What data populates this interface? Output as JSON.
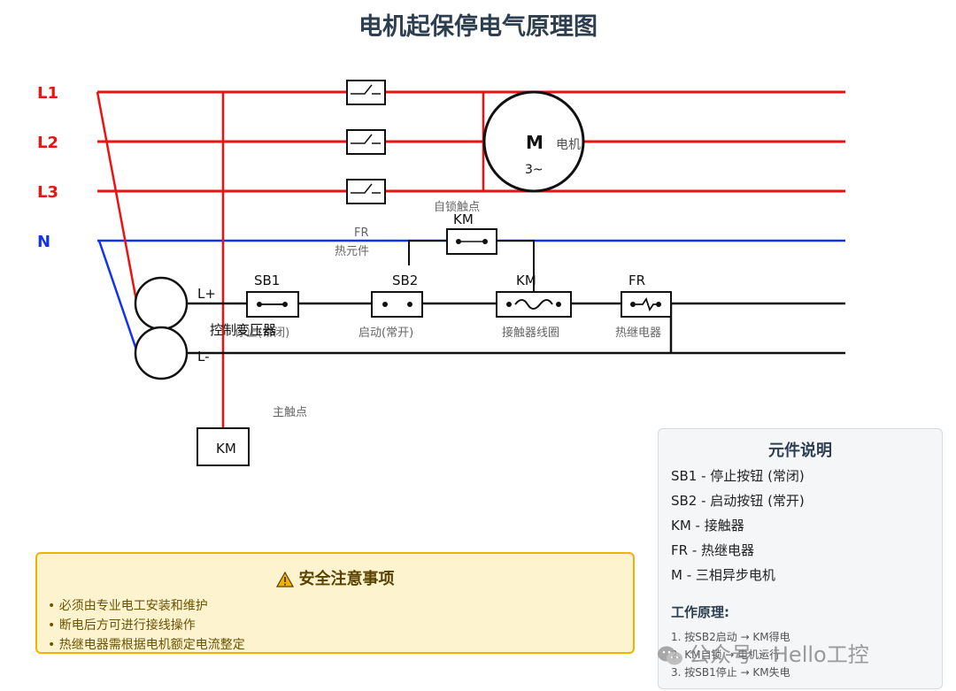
{
  "title": "电机起保停电气原理图",
  "lines": {
    "L1": "L1",
    "L2": "L2",
    "L3": "L3",
    "N": "N"
  },
  "fuse_labels": {
    "name": "FR",
    "desc": "热元件"
  },
  "motor": {
    "symbol": "M",
    "phase": "3~",
    "label": "电机"
  },
  "self_lock": {
    "desc": "自锁触点",
    "name": "KM"
  },
  "control": {
    "l_plus": "L+",
    "l_minus": "L-",
    "transformer_label": "控制变压器",
    "sb1": {
      "name": "SB1",
      "desc": "停止(常闭)"
    },
    "sb2": {
      "name": "SB2",
      "desc": "启动(常开)"
    },
    "coil": {
      "name": "KM",
      "desc": "接触器线圈"
    },
    "fr": {
      "name": "FR",
      "desc": "热继电器"
    }
  },
  "main_contact": {
    "desc": "主触点",
    "name": "KM"
  },
  "legend": {
    "title": "元件说明",
    "items": [
      "SB1 - 停止按钮 (常闭)",
      "SB2 - 启动按钮 (常开)",
      "KM - 接触器",
      "FR - 热继电器",
      "M - 三相异步电机"
    ],
    "principle_title": "工作原理:",
    "steps": [
      "1. 按SB2启动 → KM得电",
      "2. KM自锁 → 电机运行",
      "3. 按SB1停止 → KM失电"
    ]
  },
  "safety": {
    "title": "安全注意事项",
    "items": [
      "• 必须由专业电工安装和维护",
      "• 断电后方可进行接线操作",
      "• 热继电器需根据电机额定电流整定"
    ]
  },
  "watermark": "公众号 · Hello工控",
  "colors": {
    "phase": "#ee1111",
    "neutral": "#1133ee",
    "control": "#111111",
    "title": "#2c3e50",
    "warning": "#f0b400"
  }
}
